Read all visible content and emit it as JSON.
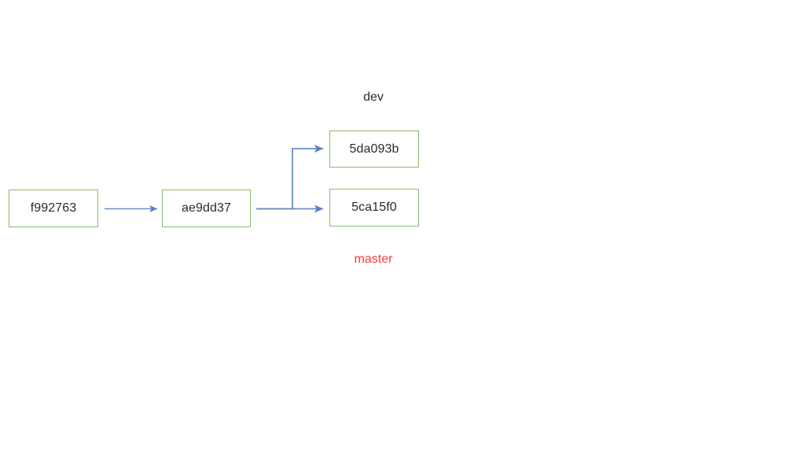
{
  "diagram": {
    "type": "git-commit-graph",
    "background_color": "#ffffff",
    "node_border_color": "#8cb96e",
    "node_fill_color": "#ffffff",
    "edge_color": "#6c8ebf",
    "commit_text_color": "#2b2b2b",
    "nodes": [
      {
        "id": "f992763",
        "label": "f992763"
      },
      {
        "id": "ae9dd37",
        "label": "ae9dd37"
      },
      {
        "id": "5da093b",
        "label": "5da093b"
      },
      {
        "id": "5ca15f0",
        "label": "5ca15f0"
      }
    ],
    "edges": [
      {
        "from": "f992763",
        "to": "ae9dd37",
        "style": "straight"
      },
      {
        "from": "ae9dd37",
        "to": "5da093b",
        "style": "elbow-up"
      },
      {
        "from": "ae9dd37",
        "to": "5ca15f0",
        "style": "straight"
      }
    ],
    "branch_labels": [
      {
        "id": "dev",
        "text": "dev",
        "color": "#2b2b2b",
        "points_to": "5da093b"
      },
      {
        "id": "master",
        "text": "master",
        "color": "#fb3b3b",
        "points_to": "5ca15f0"
      }
    ]
  }
}
